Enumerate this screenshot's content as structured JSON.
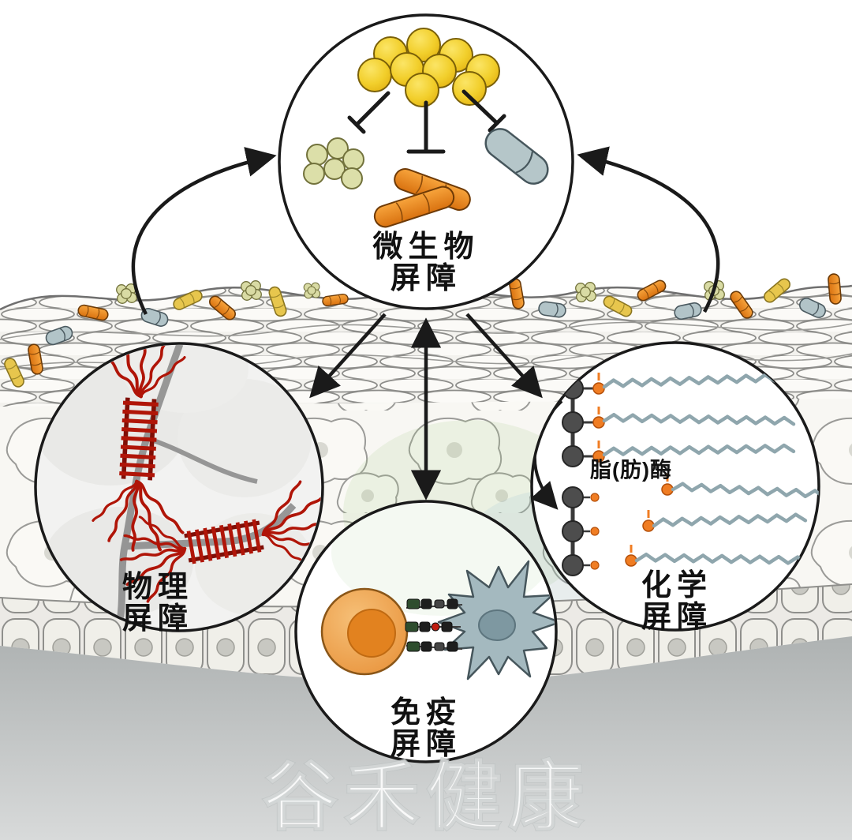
{
  "figure": {
    "circles": {
      "microbial": {
        "label_line1": "微生物",
        "label_line2": "屏障"
      },
      "physical": {
        "label_line1": "物理",
        "label_line2": "屏障"
      },
      "chemical": {
        "label_line1": "化学",
        "label_line2": "屏障",
        "enzyme_label": "脂(肪)酶"
      },
      "immune": {
        "label_line1": "免疫",
        "label_line2": "屏障"
      }
    },
    "watermark": "谷禾健康",
    "palette": {
      "outline": "#1a1a1a",
      "yellow_cocci": "#f2cf2c",
      "orange_rod": "#ee8b1f",
      "olive_cocci": "#d8daa3",
      "gray_capsule": "#afc2c6",
      "red_filament": "#b01508",
      "glycerol_gray": "#4d4d4d",
      "ester_orange": "#f07d23",
      "chain_blue_gray": "#8fa6ad",
      "immune_cell_orange": "#eda04c",
      "dendritic_cell_gray": "#a4b9bf"
    }
  }
}
